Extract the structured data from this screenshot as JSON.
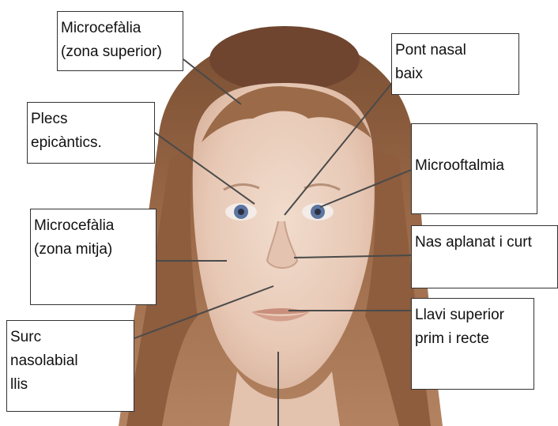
{
  "annotations": [
    {
      "id": "microcefalia-superior",
      "lines": [
        "Microcefàlia",
        "(zona superior)"
      ]
    },
    {
      "id": "pont-nasal",
      "lines": [
        "Pont nasal",
        "baix"
      ]
    },
    {
      "id": "plecs-epicantics",
      "lines": [
        "Plecs",
        "epicàntics."
      ]
    },
    {
      "id": "microoftalmia",
      "lines": [
        "Microoftalmia"
      ]
    },
    {
      "id": "microcefalia-mitja",
      "lines": [
        "Microcefàlia",
        "(zona mitja)"
      ]
    },
    {
      "id": "nas-aplanat",
      "lines": [
        "Nas aplanat i curt"
      ]
    },
    {
      "id": "surc-nasolabial",
      "lines": [
        "Surc",
        "nasolabial",
        "llis"
      ]
    },
    {
      "id": "llavi-superior",
      "lines": [
        "Llavi superior",
        "prim i recte"
      ]
    }
  ],
  "colors": {
    "hair": "#8a5a3c",
    "skin": "#e9cdbd",
    "eye": "#5c74a0",
    "lip": "#c98f7c",
    "leader": "#4a4a4a",
    "box_border": "#333333"
  }
}
